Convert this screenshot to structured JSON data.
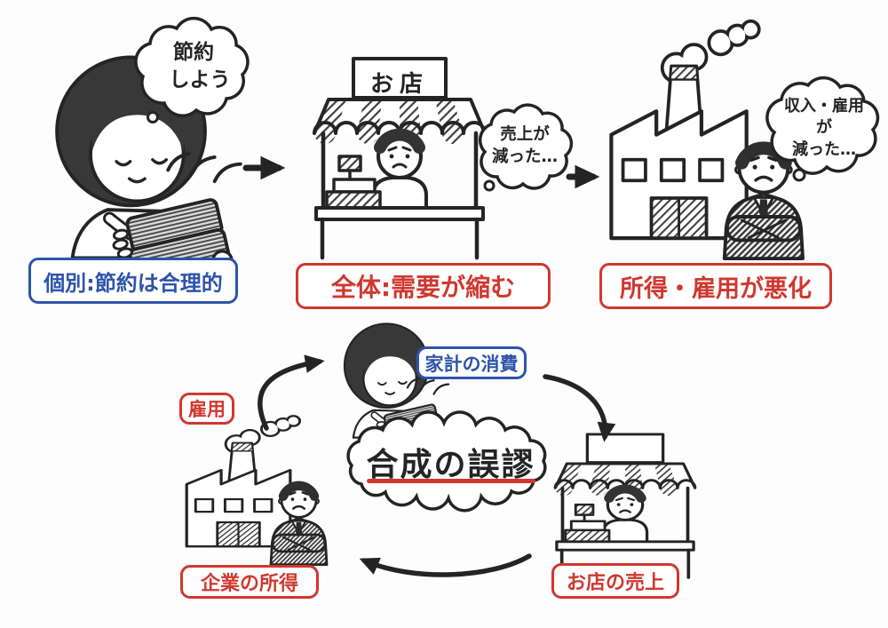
{
  "colors": {
    "accent_blue": "#2e54ab",
    "accent_red": "#cf382f",
    "ink": "#242424",
    "paper": "#ffffff"
  },
  "top_row": {
    "household_scene": {
      "thought_line1": "節約",
      "thought_line2": "しよう",
      "caption": "個別:節約は合理的"
    },
    "shop_scene": {
      "sign": "お店",
      "thought_line1": "売上が",
      "thought_line2": "減った…",
      "caption": "全体:需要が縮む"
    },
    "factory_scene": {
      "thought_line1": "収入・雇用が",
      "thought_line2": "減った…",
      "caption": "所得・雇用が悪化"
    }
  },
  "cycle": {
    "center_title": "合成の誤謬",
    "household_consumption_label": "家計の消費",
    "employment_label": "雇用",
    "corporate_income_label": "企業の所得",
    "shop_sales_label": "お店の売上"
  }
}
